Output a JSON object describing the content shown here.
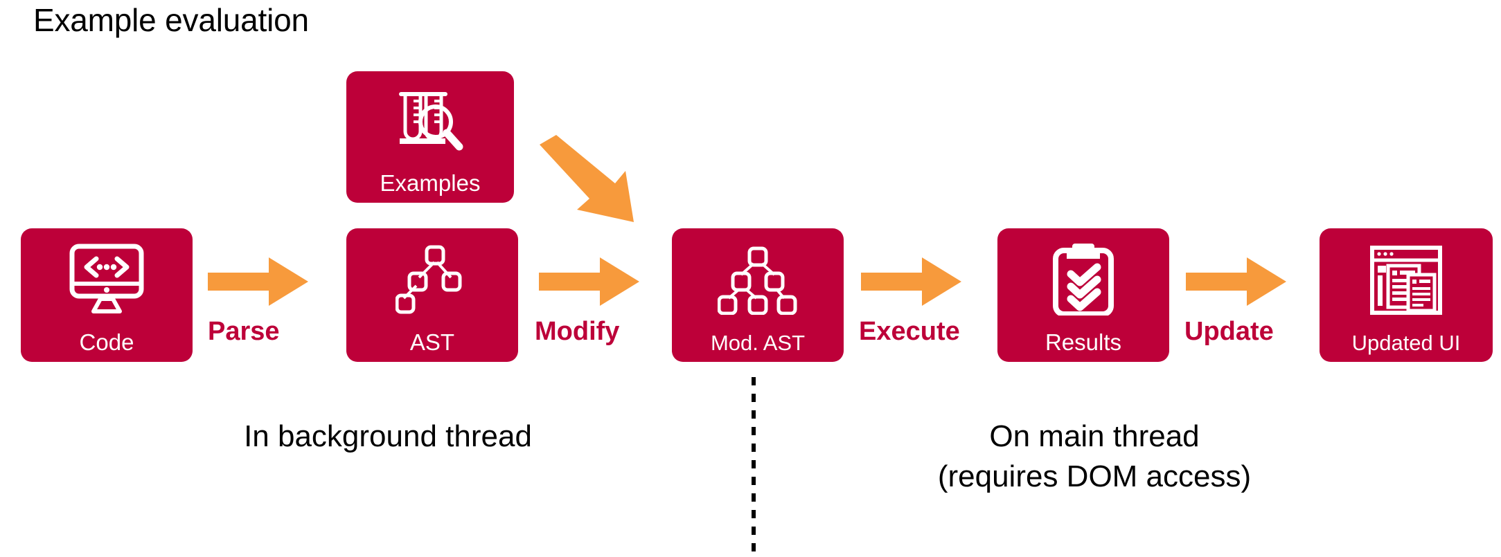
{
  "title": "Example evaluation",
  "colors": {
    "crimson": "#BD0039",
    "orange": "#F79A3C",
    "background": "#FFFFFF",
    "text": "#000000",
    "icon": "#FFFFFF"
  },
  "nodes": [
    {
      "id": "code",
      "label": "Code",
      "icon": "monitor-code-icon"
    },
    {
      "id": "examples",
      "label": "Examples",
      "icon": "test-tubes-magnifier-icon"
    },
    {
      "id": "ast",
      "label": "AST",
      "icon": "tree-nodes-icon"
    },
    {
      "id": "modast",
      "label": "Mod. AST",
      "icon": "tree-nodes-full-icon"
    },
    {
      "id": "results",
      "label": "Results",
      "icon": "clipboard-checks-icon"
    },
    {
      "id": "ui",
      "label": "Updated UI",
      "icon": "browser-window-icon"
    }
  ],
  "arrows": [
    {
      "id": "parse",
      "label": "Parse",
      "from": "code",
      "to": "ast",
      "direction": "right"
    },
    {
      "id": "modify",
      "label": "Modify",
      "from": "ast",
      "to": "modast",
      "direction": "right"
    },
    {
      "id": "execute",
      "label": "Execute",
      "from": "modast",
      "to": "results",
      "direction": "right"
    },
    {
      "id": "update",
      "label": "Update",
      "from": "results",
      "to": "ui",
      "direction": "right"
    },
    {
      "id": "diagonal",
      "label": "",
      "from": "examples",
      "to": "modast",
      "direction": "down-right"
    }
  ],
  "captions": {
    "background_thread": "In background thread",
    "main_thread": "On main thread\n(requires DOM access)"
  },
  "divider": {
    "style": "dotted-vertical",
    "separates": [
      "background thread",
      "main thread"
    ]
  }
}
